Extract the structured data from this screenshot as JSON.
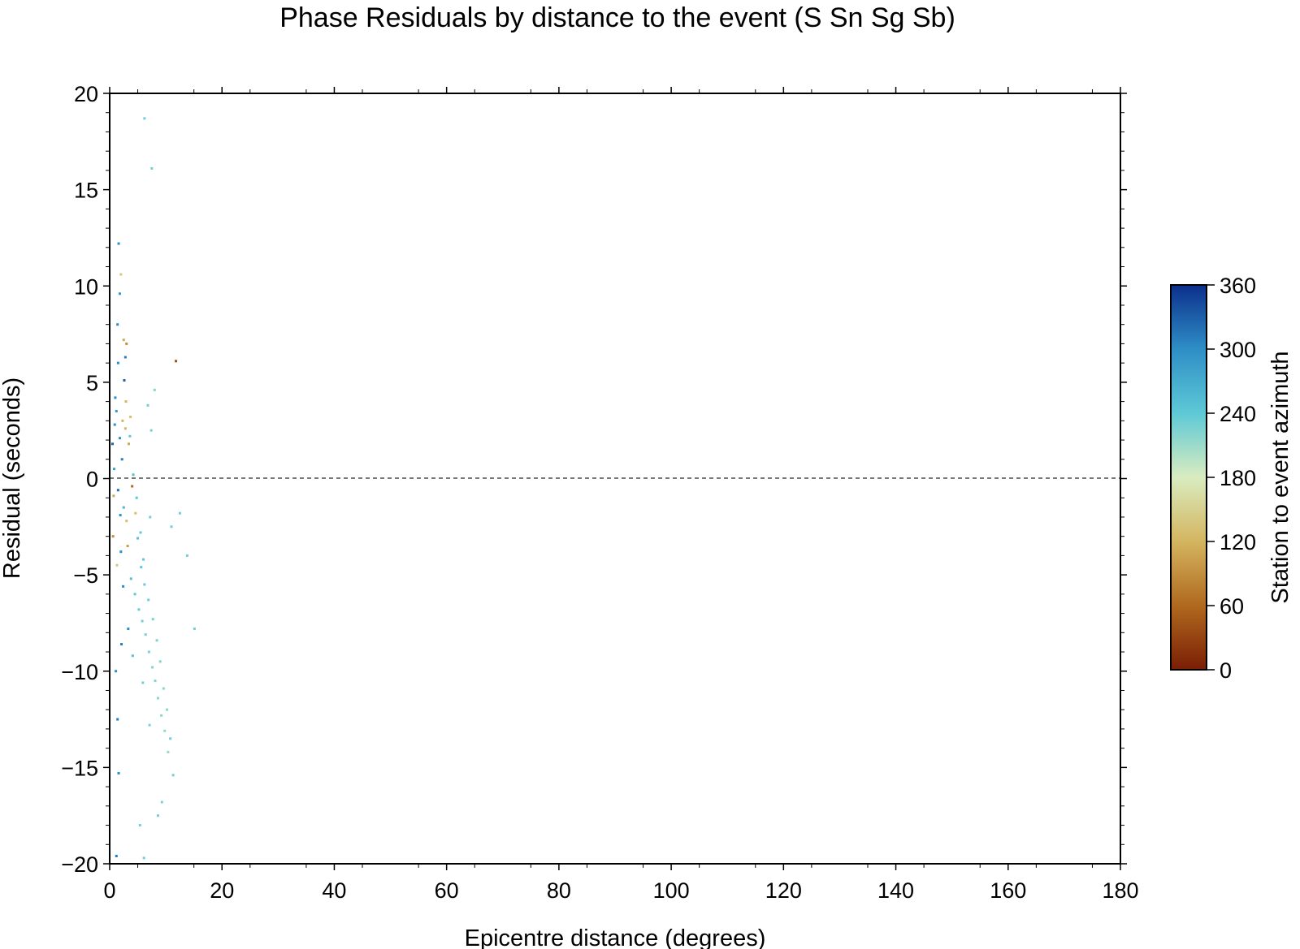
{
  "chart_data": {
    "type": "scatter",
    "title": "Phase Residuals by distance to the event (S Sn Sg Sb)",
    "xlabel": "Epicentre distance (degrees)",
    "ylabel": "Residual (seconds)",
    "xlim": [
      0,
      180
    ],
    "ylim": [
      -20,
      20
    ],
    "xticks": [
      0,
      20,
      40,
      60,
      80,
      100,
      120,
      140,
      160,
      180
    ],
    "xtick_labels": [
      "0",
      "20",
      "40",
      "60",
      "80",
      "100",
      "120",
      "140",
      "160",
      "180"
    ],
    "yticks": [
      20,
      15,
      10,
      5,
      0,
      -5,
      -10,
      -15,
      -20
    ],
    "ytick_labels": [
      "20",
      "15",
      "10",
      "5",
      "0",
      "−5",
      "−10",
      "−15",
      "−20"
    ],
    "zero_line": {
      "value": 0,
      "style": "dashed",
      "color": "#777777"
    },
    "grid": false,
    "colorbar": {
      "label": "Station to event azimuth",
      "range": [
        0,
        360
      ],
      "ticks": [
        0,
        60,
        120,
        180,
        240,
        300,
        360
      ],
      "tick_labels": [
        "0",
        "60",
        "120",
        "180",
        "240",
        "300",
        "360"
      ],
      "colors": [
        "#7a1e05",
        "#b0691e",
        "#d4b560",
        "#d9ecc0",
        "#5ec9d6",
        "#2e8ec6",
        "#0c2f8c"
      ],
      "position": "right"
    },
    "series": [
      {
        "points": [
          [
            1.2,
            3.5,
            290
          ],
          [
            1.8,
            2.1,
            300
          ],
          [
            2.2,
            1.0,
            310
          ],
          [
            0.8,
            0.5,
            280
          ],
          [
            1.5,
            -0.6,
            320
          ],
          [
            2.5,
            -1.5,
            260
          ],
          [
            3.0,
            -2.2,
            130
          ],
          [
            2.8,
            2.6,
            120
          ],
          [
            3.4,
            1.8,
            110
          ],
          [
            1.0,
            4.2,
            300
          ],
          [
            0.6,
            -3.0,
            90
          ],
          [
            1.3,
            -4.5,
            140
          ],
          [
            2.0,
            -3.8,
            300
          ],
          [
            3.8,
            -5.2,
            250
          ],
          [
            4.5,
            -6.0,
            240
          ],
          [
            5.2,
            -6.8,
            235
          ],
          [
            5.8,
            -7.4,
            230
          ],
          [
            6.4,
            -8.1,
            228
          ],
          [
            7.0,
            -9.0,
            225
          ],
          [
            7.6,
            -9.8,
            222
          ],
          [
            8.1,
            -10.5,
            220
          ],
          [
            8.6,
            -11.4,
            218
          ],
          [
            9.2,
            -12.3,
            216
          ],
          [
            9.8,
            -13.1,
            214
          ],
          [
            10.4,
            -14.2,
            212
          ],
          [
            6.8,
            3.8,
            230
          ],
          [
            7.4,
            2.5,
            225
          ],
          [
            8.0,
            4.6,
            220
          ],
          [
            7.2,
            -2.0,
            230
          ],
          [
            6.0,
            -4.2,
            240
          ],
          [
            4.2,
            0.2,
            250
          ],
          [
            4.8,
            -1.0,
            245
          ],
          [
            5.5,
            -2.8,
            238
          ],
          [
            3.2,
            -3.5,
            100
          ],
          [
            2.6,
            5.1,
            330
          ],
          [
            1.5,
            6.0,
            300
          ],
          [
            1.6,
            12.2,
            300
          ],
          [
            2.0,
            10.6,
            140
          ],
          [
            1.8,
            9.6,
            290
          ],
          [
            1.4,
            8.0,
            300
          ],
          [
            2.5,
            7.2,
            110
          ],
          [
            3.0,
            7.0,
            90
          ],
          [
            2.8,
            6.3,
            310
          ],
          [
            6.2,
            18.7,
            230
          ],
          [
            7.5,
            16.1,
            230
          ],
          [
            11.8,
            6.1,
            40
          ],
          [
            12.5,
            -1.8,
            230
          ],
          [
            13.8,
            -4.0,
            230
          ],
          [
            15.1,
            -7.8,
            230
          ],
          [
            11.0,
            -2.5,
            230
          ],
          [
            1.1,
            -10.0,
            300
          ],
          [
            1.4,
            -12.5,
            310
          ],
          [
            1.6,
            -15.3,
            300
          ],
          [
            1.2,
            -19.6,
            310
          ],
          [
            6.1,
            -19.7,
            230
          ],
          [
            5.4,
            -18.0,
            230
          ],
          [
            8.6,
            -17.5,
            230
          ],
          [
            9.3,
            -16.8,
            225
          ],
          [
            11.3,
            -15.4,
            230
          ],
          [
            10.8,
            -13.5,
            230
          ],
          [
            0.5,
            1.8,
            330
          ],
          [
            0.9,
            2.8,
            300
          ],
          [
            2.3,
            3.0,
            120
          ],
          [
            3.6,
            2.2,
            240
          ],
          [
            4.0,
            -0.4,
            60
          ],
          [
            4.6,
            -1.8,
            130
          ],
          [
            5.0,
            -3.1,
            250
          ],
          [
            5.6,
            -4.6,
            240
          ],
          [
            6.2,
            -5.5,
            235
          ],
          [
            6.9,
            -6.3,
            232
          ],
          [
            7.7,
            -7.3,
            228
          ],
          [
            8.4,
            -8.4,
            225
          ],
          [
            9.0,
            -9.5,
            222
          ],
          [
            9.6,
            -10.9,
            220
          ],
          [
            10.2,
            -12.0,
            218
          ],
          [
            3.3,
            -7.8,
            300
          ],
          [
            2.1,
            -8.6,
            310
          ],
          [
            4.1,
            -9.2,
            250
          ],
          [
            5.9,
            -10.6,
            230
          ],
          [
            7.1,
            -12.8,
            225
          ],
          [
            2.9,
            4.0,
            120
          ],
          [
            3.7,
            3.2,
            130
          ],
          [
            1.9,
            -1.9,
            300
          ],
          [
            0.7,
            -0.9,
            110
          ],
          [
            2.4,
            -5.6,
            300
          ]
        ]
      }
    ]
  }
}
